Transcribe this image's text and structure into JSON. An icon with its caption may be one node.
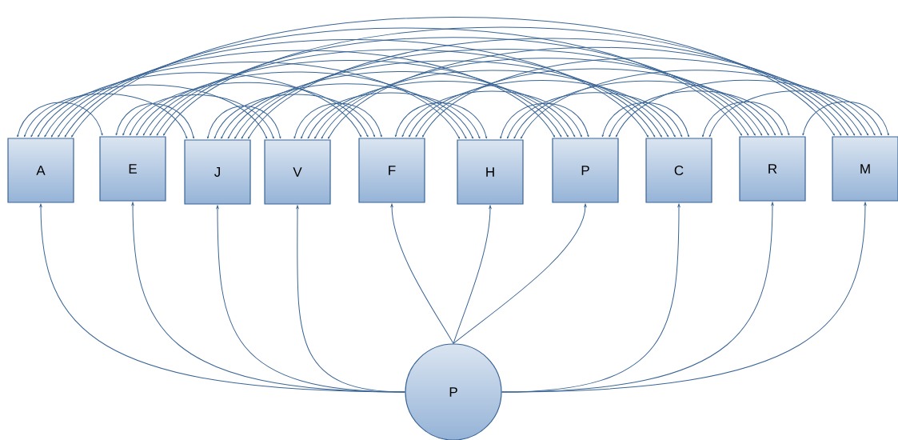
{
  "diagram": {
    "nodes": [
      {
        "text": [
          "A"
        ]
      },
      {
        "text": [
          "E"
        ]
      },
      {
        "text": [
          "J"
        ]
      },
      {
        "text": [
          "V"
        ]
      },
      {
        "text": [
          "F"
        ]
      },
      {
        "text": [
          "H"
        ]
      },
      {
        "text": [
          "P"
        ]
      },
      {
        "text": [
          "C"
        ]
      },
      {
        "text": [
          "R"
        ]
      },
      {
        "text": [
          "M"
        ]
      },
      {
        "text": [
          "P"
        ]
      }
    ],
    "edges": [
      {
        "from": 0,
        "to": 1,
        "arrow": "both"
      },
      {
        "from": 0,
        "to": 2,
        "arrow": "both"
      },
      {
        "from": 0,
        "to": 3,
        "arrow": "both"
      },
      {
        "from": 0,
        "to": 4,
        "arrow": "both"
      },
      {
        "from": 0,
        "to": 5,
        "arrow": "both"
      },
      {
        "from": 0,
        "to": 6,
        "arrow": "both"
      },
      {
        "from": 0,
        "to": 7,
        "arrow": "both"
      },
      {
        "from": 0,
        "to": 8,
        "arrow": "both"
      },
      {
        "from": 0,
        "to": 9,
        "arrow": "both"
      },
      {
        "from": 1,
        "to": 2,
        "arrow": "both"
      },
      {
        "from": 1,
        "to": 3,
        "arrow": "both"
      },
      {
        "from": 1,
        "to": 4,
        "arrow": "both"
      },
      {
        "from": 1,
        "to": 5,
        "arrow": "both"
      },
      {
        "from": 1,
        "to": 6,
        "arrow": "both"
      },
      {
        "from": 1,
        "to": 7,
        "arrow": "both"
      },
      {
        "from": 1,
        "to": 8,
        "arrow": "both"
      },
      {
        "from": 1,
        "to": 9,
        "arrow": "both"
      },
      {
        "from": 2,
        "to": 3,
        "arrow": "both"
      },
      {
        "from": 2,
        "to": 4,
        "arrow": "both"
      },
      {
        "from": 2,
        "to": 5,
        "arrow": "both"
      },
      {
        "from": 2,
        "to": 6,
        "arrow": "both"
      },
      {
        "from": 2,
        "to": 7,
        "arrow": "both"
      },
      {
        "from": 2,
        "to": 8,
        "arrow": "both"
      },
      {
        "from": 2,
        "to": 9,
        "arrow": "both"
      },
      {
        "from": 3,
        "to": 4,
        "arrow": "both"
      },
      {
        "from": 3,
        "to": 5,
        "arrow": "both"
      },
      {
        "from": 3,
        "to": 6,
        "arrow": "both"
      },
      {
        "from": 3,
        "to": 7,
        "arrow": "both"
      },
      {
        "from": 3,
        "to": 8,
        "arrow": "both"
      },
      {
        "from": 3,
        "to": 9,
        "arrow": "both"
      },
      {
        "from": 4,
        "to": 5,
        "arrow": "both"
      },
      {
        "from": 4,
        "to": 6,
        "arrow": "both"
      },
      {
        "from": 4,
        "to": 7,
        "arrow": "both"
      },
      {
        "from": 4,
        "to": 8,
        "arrow": "both"
      },
      {
        "from": 4,
        "to": 9,
        "arrow": "both"
      },
      {
        "from": 5,
        "to": 6,
        "arrow": "both"
      },
      {
        "from": 5,
        "to": 7,
        "arrow": "both"
      },
      {
        "from": 5,
        "to": 8,
        "arrow": "both"
      },
      {
        "from": 5,
        "to": 9,
        "arrow": "both"
      },
      {
        "from": 6,
        "to": 7,
        "arrow": "both"
      },
      {
        "from": 6,
        "to": 8,
        "arrow": "both"
      },
      {
        "from": 6,
        "to": 9,
        "arrow": "both"
      },
      {
        "from": 7,
        "to": 8,
        "arrow": "both"
      },
      {
        "from": 7,
        "to": 9,
        "arrow": "both"
      },
      {
        "from": 8,
        "to": 9,
        "arrow": "both"
      },
      {
        "from": 10,
        "to": 0,
        "arrow": "to"
      },
      {
        "from": 10,
        "to": 1,
        "arrow": "to"
      },
      {
        "from": 10,
        "to": 2,
        "arrow": "to"
      },
      {
        "from": 10,
        "to": 3,
        "arrow": "to"
      },
      {
        "from": 10,
        "to": 4,
        "arrow": "to"
      },
      {
        "from": 10,
        "to": 5,
        "arrow": "to"
      },
      {
        "from": 10,
        "to": 6,
        "arrow": "to"
      },
      {
        "from": 10,
        "to": 7,
        "arrow": "to"
      },
      {
        "from": 10,
        "to": 8,
        "arrow": "to"
      },
      {
        "from": 10,
        "to": 9,
        "arrow": "to"
      }
    ]
  }
}
